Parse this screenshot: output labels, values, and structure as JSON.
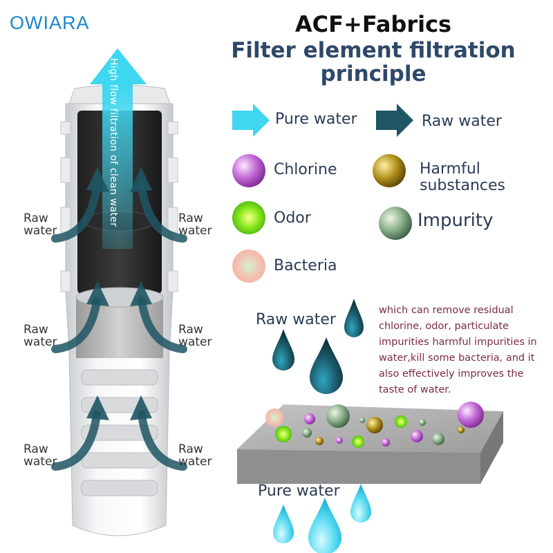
{
  "brand": "OWIARA",
  "title": {
    "line1": "ACF+Fabrics",
    "line2a": "Filter element filtration",
    "line2b": "principle"
  },
  "legend": {
    "pure_water": "Pure water",
    "raw_water": "Raw water",
    "chlorine": "Chlorine",
    "harmful_a": "Harmful",
    "harmful_b": "substances",
    "odor": "Odor",
    "impurity": "Impurity",
    "bacteria": "Bacteria"
  },
  "filter": {
    "arrow_text": "High flow filtration of clean water",
    "side_label_a": "Raw",
    "side_label_b": "water"
  },
  "diagram": {
    "raw_water_label": "Raw water",
    "pure_water_label": "Pure water",
    "description": "which can remove residual chlorine, odor, particulate impurities harmful impurities in water,kill some bacteria, and it also effectively improves the taste of water."
  },
  "colors": {
    "pure_water": "#3fd6ef",
    "raw_water": "#1f5664",
    "chlorine": "#b14ec3",
    "harmful": "#9a7a12",
    "odor": "#7be21d",
    "impurity": "#6f9a70",
    "bacteria": "#f0b3a6",
    "brand": "#1b86c8",
    "title_blue": "#2e4868",
    "description": "#7a2a45"
  }
}
